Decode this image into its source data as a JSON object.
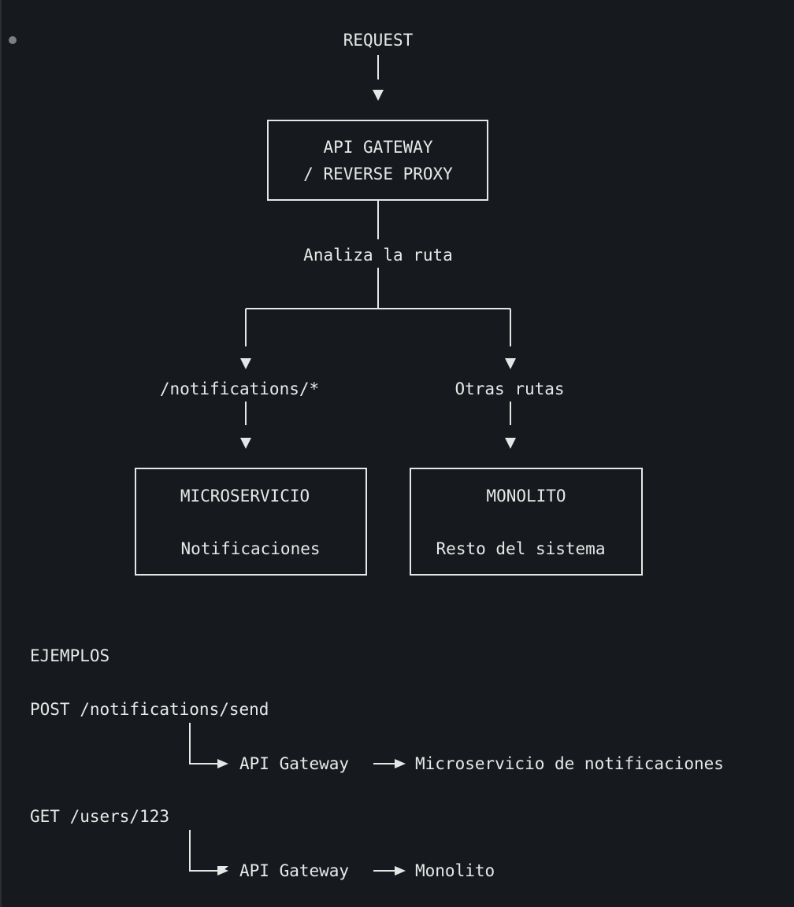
{
  "diagram": {
    "request": "REQUEST",
    "gateway": {
      "line1": "API GATEWAY",
      "line2": "/ REVERSE PROXY"
    },
    "analyze": "Analiza la ruta",
    "branches": {
      "left_route": "/notifications/*",
      "right_route": "Otras rutas"
    },
    "microservice": {
      "title": "MICROSERVICIO",
      "subtitle": "Notificaciones"
    },
    "monolith": {
      "title": "MONOLITO",
      "subtitle": "Resto del sistema"
    }
  },
  "examples": {
    "heading": "EJEMPLOS",
    "items": [
      {
        "request": "POST /notifications/send",
        "gateway": "API Gateway",
        "target": "Microservicio de notificaciones"
      },
      {
        "request": "GET /users/123",
        "gateway": "API Gateway",
        "target": "Monolito"
      }
    ]
  },
  "colors": {
    "background": "#16191d",
    "foreground": "#e6e6e6",
    "bullet": "#7d7f83"
  }
}
